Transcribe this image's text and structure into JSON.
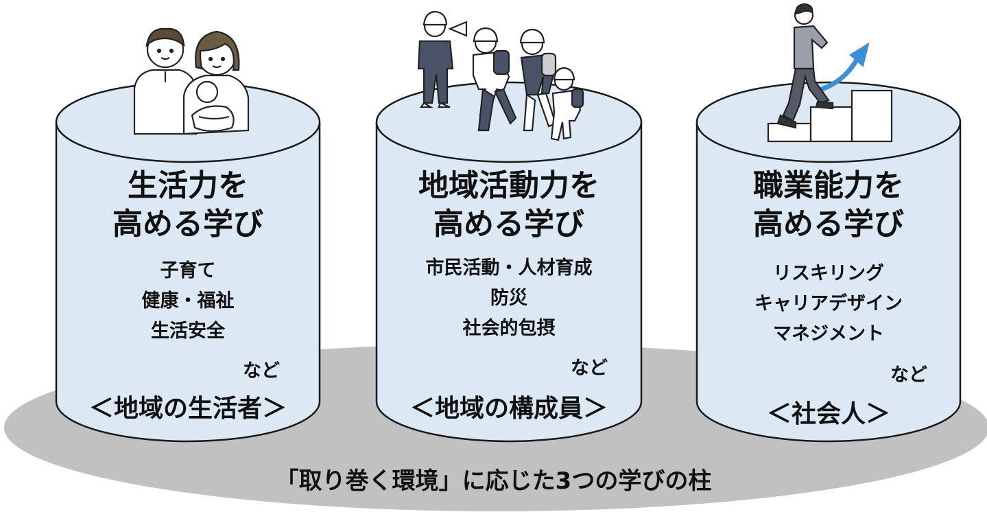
{
  "pillars": [
    {
      "title": [
        "生活力を",
        "高める学び"
      ],
      "topics": [
        "子育て",
        "健康・福祉",
        "生活安全"
      ],
      "etc": "など",
      "role": "＜地域の生活者＞",
      "illustration": "family-icon"
    },
    {
      "title": [
        "地域活動力を",
        "高める学び"
      ],
      "topics": [
        "市民活動・人材育成",
        "防災",
        "社会的包摂"
      ],
      "etc": "など",
      "role": "＜地域の構成員＞",
      "illustration": "evacuation-drill-icon"
    },
    {
      "title": [
        "職業能力を",
        "高める学び"
      ],
      "topics": [
        "リスキリング",
        "キャリアデザイン",
        "マネジメント"
      ],
      "etc": "など",
      "role": "＜社会人＞",
      "illustration": "career-stairs-icon"
    }
  ],
  "caption": "「取り巻く環境」に応じた3つの学びの柱",
  "colors": {
    "cylinder_fill": "#dce8f3",
    "cylinder_stroke": "#1a1a1a",
    "base_ellipse": "#c1c1c1",
    "arrow": "#3b8fd6"
  }
}
